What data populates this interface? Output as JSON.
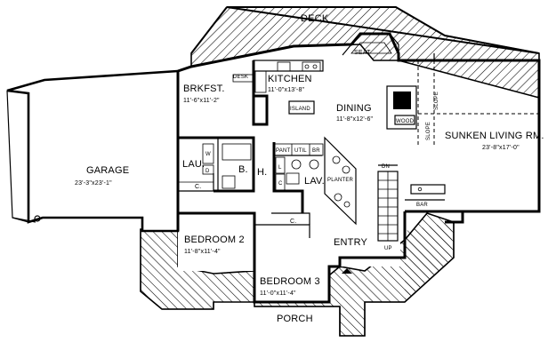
{
  "plan": {
    "deck": "DECK",
    "seat": "SEAT",
    "desk": "DESK",
    "kitchen": {
      "name": "KITCHEN",
      "dims": "11'-0\"x13'-8\""
    },
    "island": "ISLAND",
    "brkfst": {
      "name": "BRKFST.",
      "dims": "11'-6\"x11'-2\""
    },
    "dining": {
      "name": "DINING",
      "dims": "11'-8\"x12'-6\""
    },
    "wood": "WOOD",
    "slope_left": "SLOPE",
    "slope_right": "SLOPE",
    "living": {
      "name": "SUNKEN LIVING RM.",
      "dims": "23'-8\"x17'-0\""
    },
    "garage": {
      "name": "GARAGE",
      "dims": "23'-3\"x23'-1\""
    },
    "lau": "LAU.",
    "w": "W",
    "d": "D",
    "b": "B.",
    "h": "H.",
    "c_laundry": "C.",
    "pant": "PANT",
    "util": "UTIL",
    "br": "BR",
    "l": "L",
    "c_hall": "C",
    "lav": "LAV.",
    "planter": "PLANTER",
    "dn": "DN",
    "up": "UP",
    "bar": "BAR",
    "bedroom2": {
      "name": "BEDROOM 2",
      "dims": "11'-8\"x11'-4\""
    },
    "bedroom3": {
      "name": "BEDROOM 3",
      "dims": "11'-0\"x11'-4\""
    },
    "c_bed3": "C.",
    "entry": "ENTRY",
    "porch": "PORCH"
  }
}
